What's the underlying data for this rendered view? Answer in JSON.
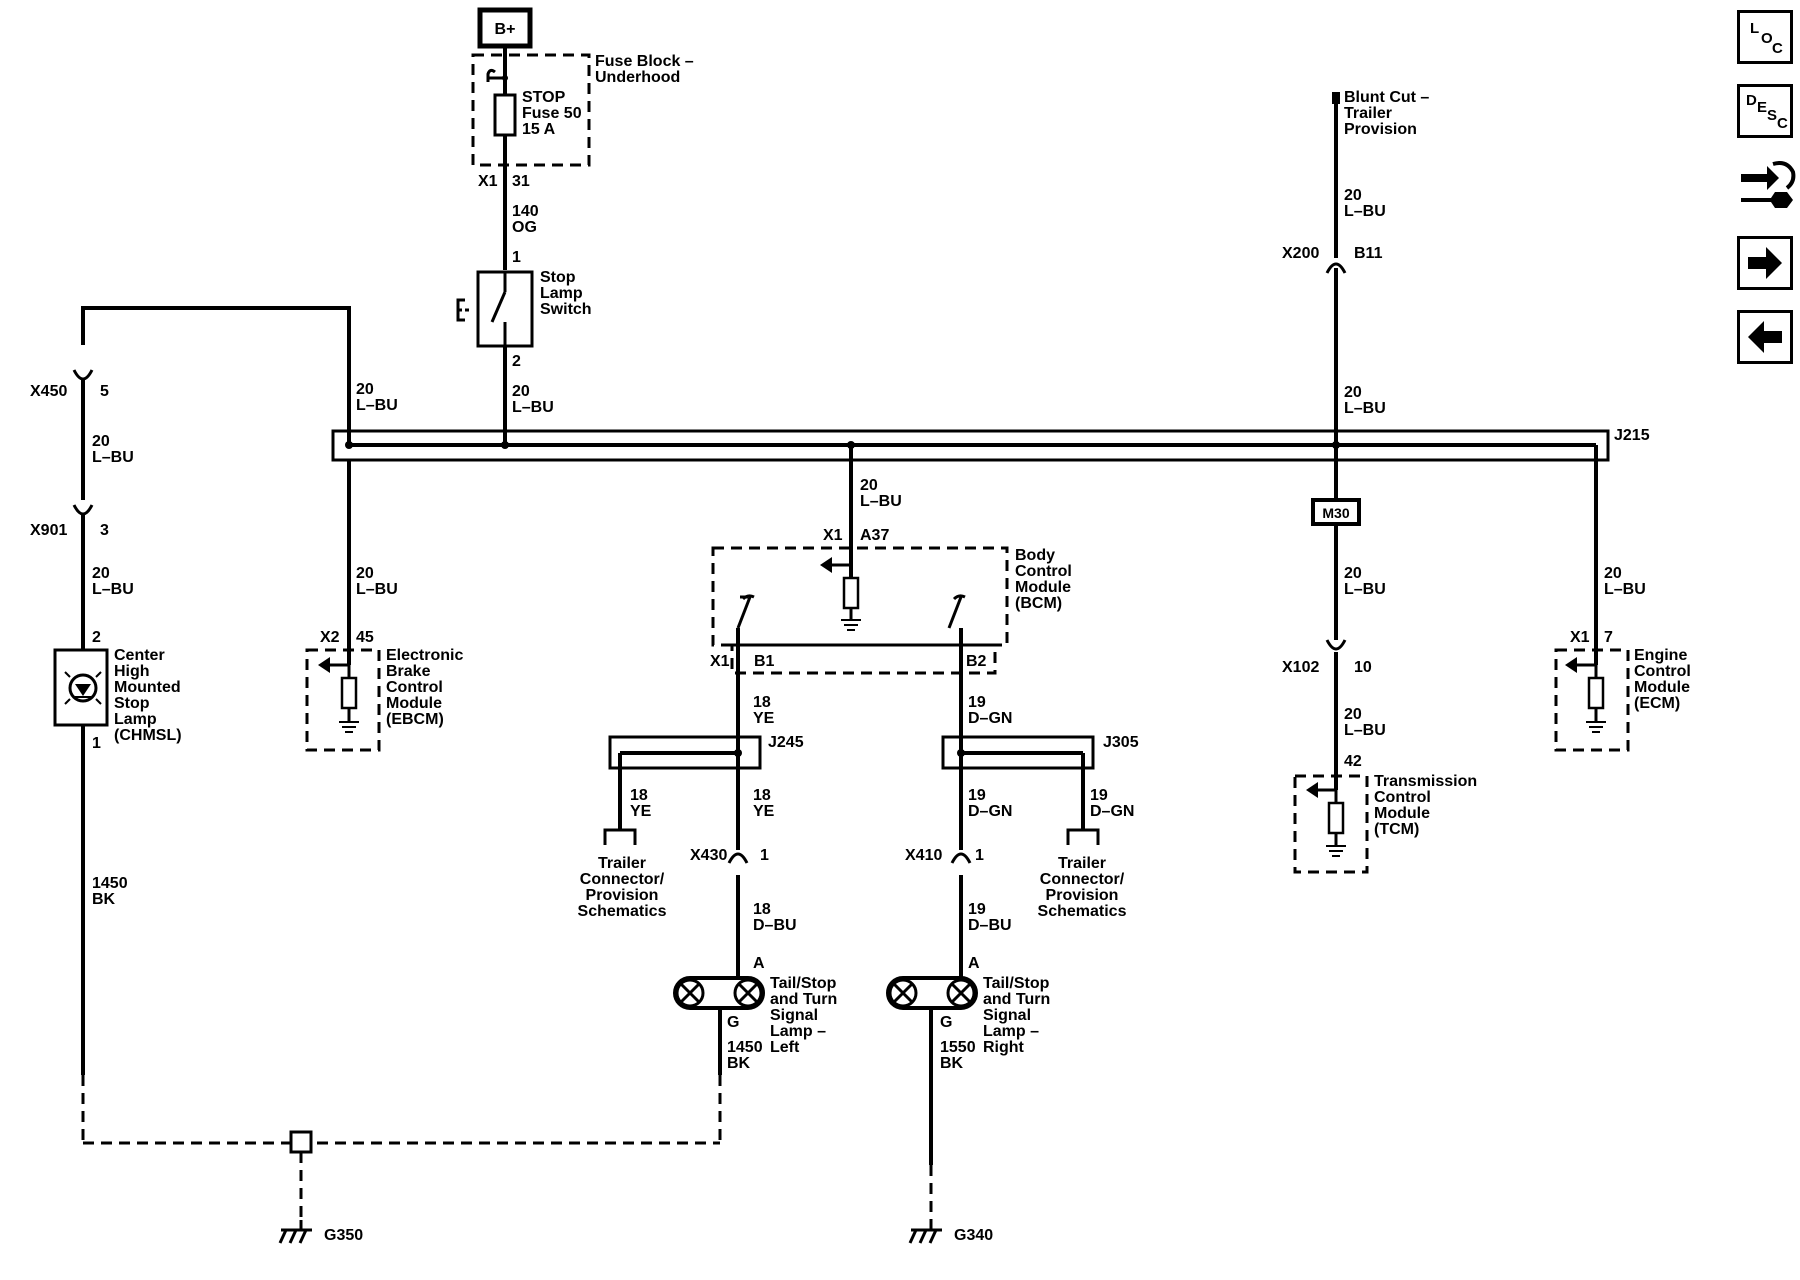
{
  "power": {
    "label": "B+"
  },
  "fuse_block": {
    "title_1": "Fuse Block –",
    "title_2": "Underhood",
    "fuse_1": "STOP",
    "fuse_2": "Fuse 50",
    "fuse_3": "15 A",
    "conn": "X1",
    "pin": "31"
  },
  "wire_140": {
    "gauge": "140",
    "color": "OG"
  },
  "switch": {
    "pin_in": "1",
    "pin_out": "2",
    "name_1": "Stop",
    "name_2": "Lamp",
    "name_3": "Switch"
  },
  "wire_sw_out": {
    "gauge": "20",
    "color": "L–BU"
  },
  "wire_ebcm_top": {
    "gauge": "20",
    "color": "L–BU"
  },
  "chmsl": {
    "x450": "X450",
    "x450_pin": "5",
    "w1_gauge": "20",
    "w1_color": "L–BU",
    "x901": "X901",
    "x901_pin": "3",
    "w2_gauge": "20",
    "w2_color": "L–BU",
    "pin_top": "2",
    "pin_bottom": "1",
    "name_1": "Center",
    "name_2": "High",
    "name_3": "Mounted",
    "name_4": "Stop",
    "name_5": "Lamp",
    "name_6": "(CHMSL)",
    "gnd_gauge": "1450",
    "gnd_color": "BK"
  },
  "ebcm": {
    "w_gauge": "20",
    "w_color": "L–BU",
    "conn": "X2",
    "pin": "45",
    "name_1": "Electronic",
    "name_2": "Brake",
    "name_3": "Control",
    "name_4": "Module",
    "name_5": "(EBCM)"
  },
  "splice_main": {
    "label": "J215"
  },
  "bcm": {
    "w_gauge": "20",
    "w_color": "L–BU",
    "conn": "X1",
    "pin": "A37",
    "name_1": "Body",
    "name_2": "Control",
    "name_3": "Module",
    "name_4": "(BCM)",
    "out_conn": "X1",
    "out_b1": "B1",
    "out_b2": "B2"
  },
  "left_chain": {
    "w1_gauge": "18",
    "w1_color": "YE",
    "splice": "J245",
    "trl_gauge": "18",
    "trl_color": "YE",
    "w2_gauge": "18",
    "w2_color": "YE",
    "trailer_1": "Trailer",
    "trailer_2": "Connector/",
    "trailer_3": "Provision",
    "trailer_4": "Schematics",
    "conn": "X430",
    "conn_pin": "1",
    "w3_gauge": "18",
    "w3_color": "D–BU",
    "lamp_pin_a": "A",
    "lamp_pin_g": "G",
    "lamp_1": "Tail/Stop",
    "lamp_2": "and Turn",
    "lamp_3": "Signal",
    "lamp_4": "Lamp –",
    "lamp_5": "Left",
    "gnd_gauge": "1450",
    "gnd_color": "BK"
  },
  "right_chain": {
    "w1_gauge": "19",
    "w1_color": "D–GN",
    "splice": "J305",
    "trl_gauge": "19",
    "trl_color": "D–GN",
    "w2_gauge": "19",
    "w2_color": "D–GN",
    "trailer_1": "Trailer",
    "trailer_2": "Connector/",
    "trailer_3": "Provision",
    "trailer_4": "Schematics",
    "conn": "X410",
    "conn_pin": "1",
    "w3_gauge": "19",
    "w3_color": "D–BU",
    "lamp_pin_a": "A",
    "lamp_pin_g": "G",
    "lamp_1": "Tail/Stop",
    "lamp_2": "and Turn",
    "lamp_3": "Signal",
    "lamp_4": "Lamp –",
    "lamp_5": "Right",
    "gnd_gauge": "1550",
    "gnd_color": "BK"
  },
  "trailer_prov": {
    "blunt_1": "Blunt Cut –",
    "blunt_2": "Trailer",
    "blunt_3": "Provision",
    "w1_gauge": "20",
    "w1_color": "L–BU",
    "conn": "X200",
    "pin": "B11",
    "w2_gauge": "20",
    "w2_color": "L–BU"
  },
  "tcm": {
    "module": "M30",
    "w1_gauge": "20",
    "w1_color": "L–BU",
    "conn": "X102",
    "conn_pin": "10",
    "w2_gauge": "20",
    "w2_color": "L–BU",
    "pin": "42",
    "name_1": "Transmission",
    "name_2": "Control",
    "name_3": "Module",
    "name_4": "(TCM)"
  },
  "ecm": {
    "w_gauge": "20",
    "w_color": "L–BU",
    "conn": "X1",
    "pin": "7",
    "name_1": "Engine",
    "name_2": "Control",
    "name_3": "Module",
    "name_4": "(ECM)"
  },
  "grounds": {
    "g350": "G350",
    "g340": "G340"
  },
  "nav": {
    "loc_l": "L",
    "loc_o": "O",
    "loc_c": "C",
    "desc_d": "D",
    "desc_e": "E",
    "desc_s": "S",
    "desc_c": "C"
  },
  "icons": [
    "loc-icon",
    "desc-icon",
    "connector-icon",
    "next-icon",
    "previous-icon"
  ]
}
